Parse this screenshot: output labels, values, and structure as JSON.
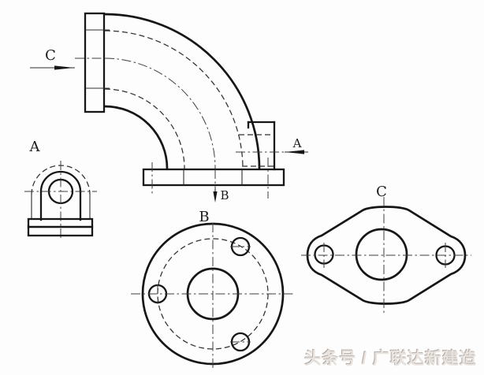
{
  "labels": {
    "section_c": "C",
    "section_a": "A",
    "section_b": "B",
    "view_a_title": "A",
    "view_b_title": "B",
    "view_c_title": "C"
  },
  "watermark": {
    "text": "头条号 / 广联达新建造"
  },
  "colors": {
    "line_bold": "#161616",
    "line_thin": "#2e2e2e",
    "centerline": "#3d3d3d",
    "hidden": "#303030",
    "watermark_text": "#e8e3df",
    "watermark_shadow": "#b3aaa3"
  }
}
